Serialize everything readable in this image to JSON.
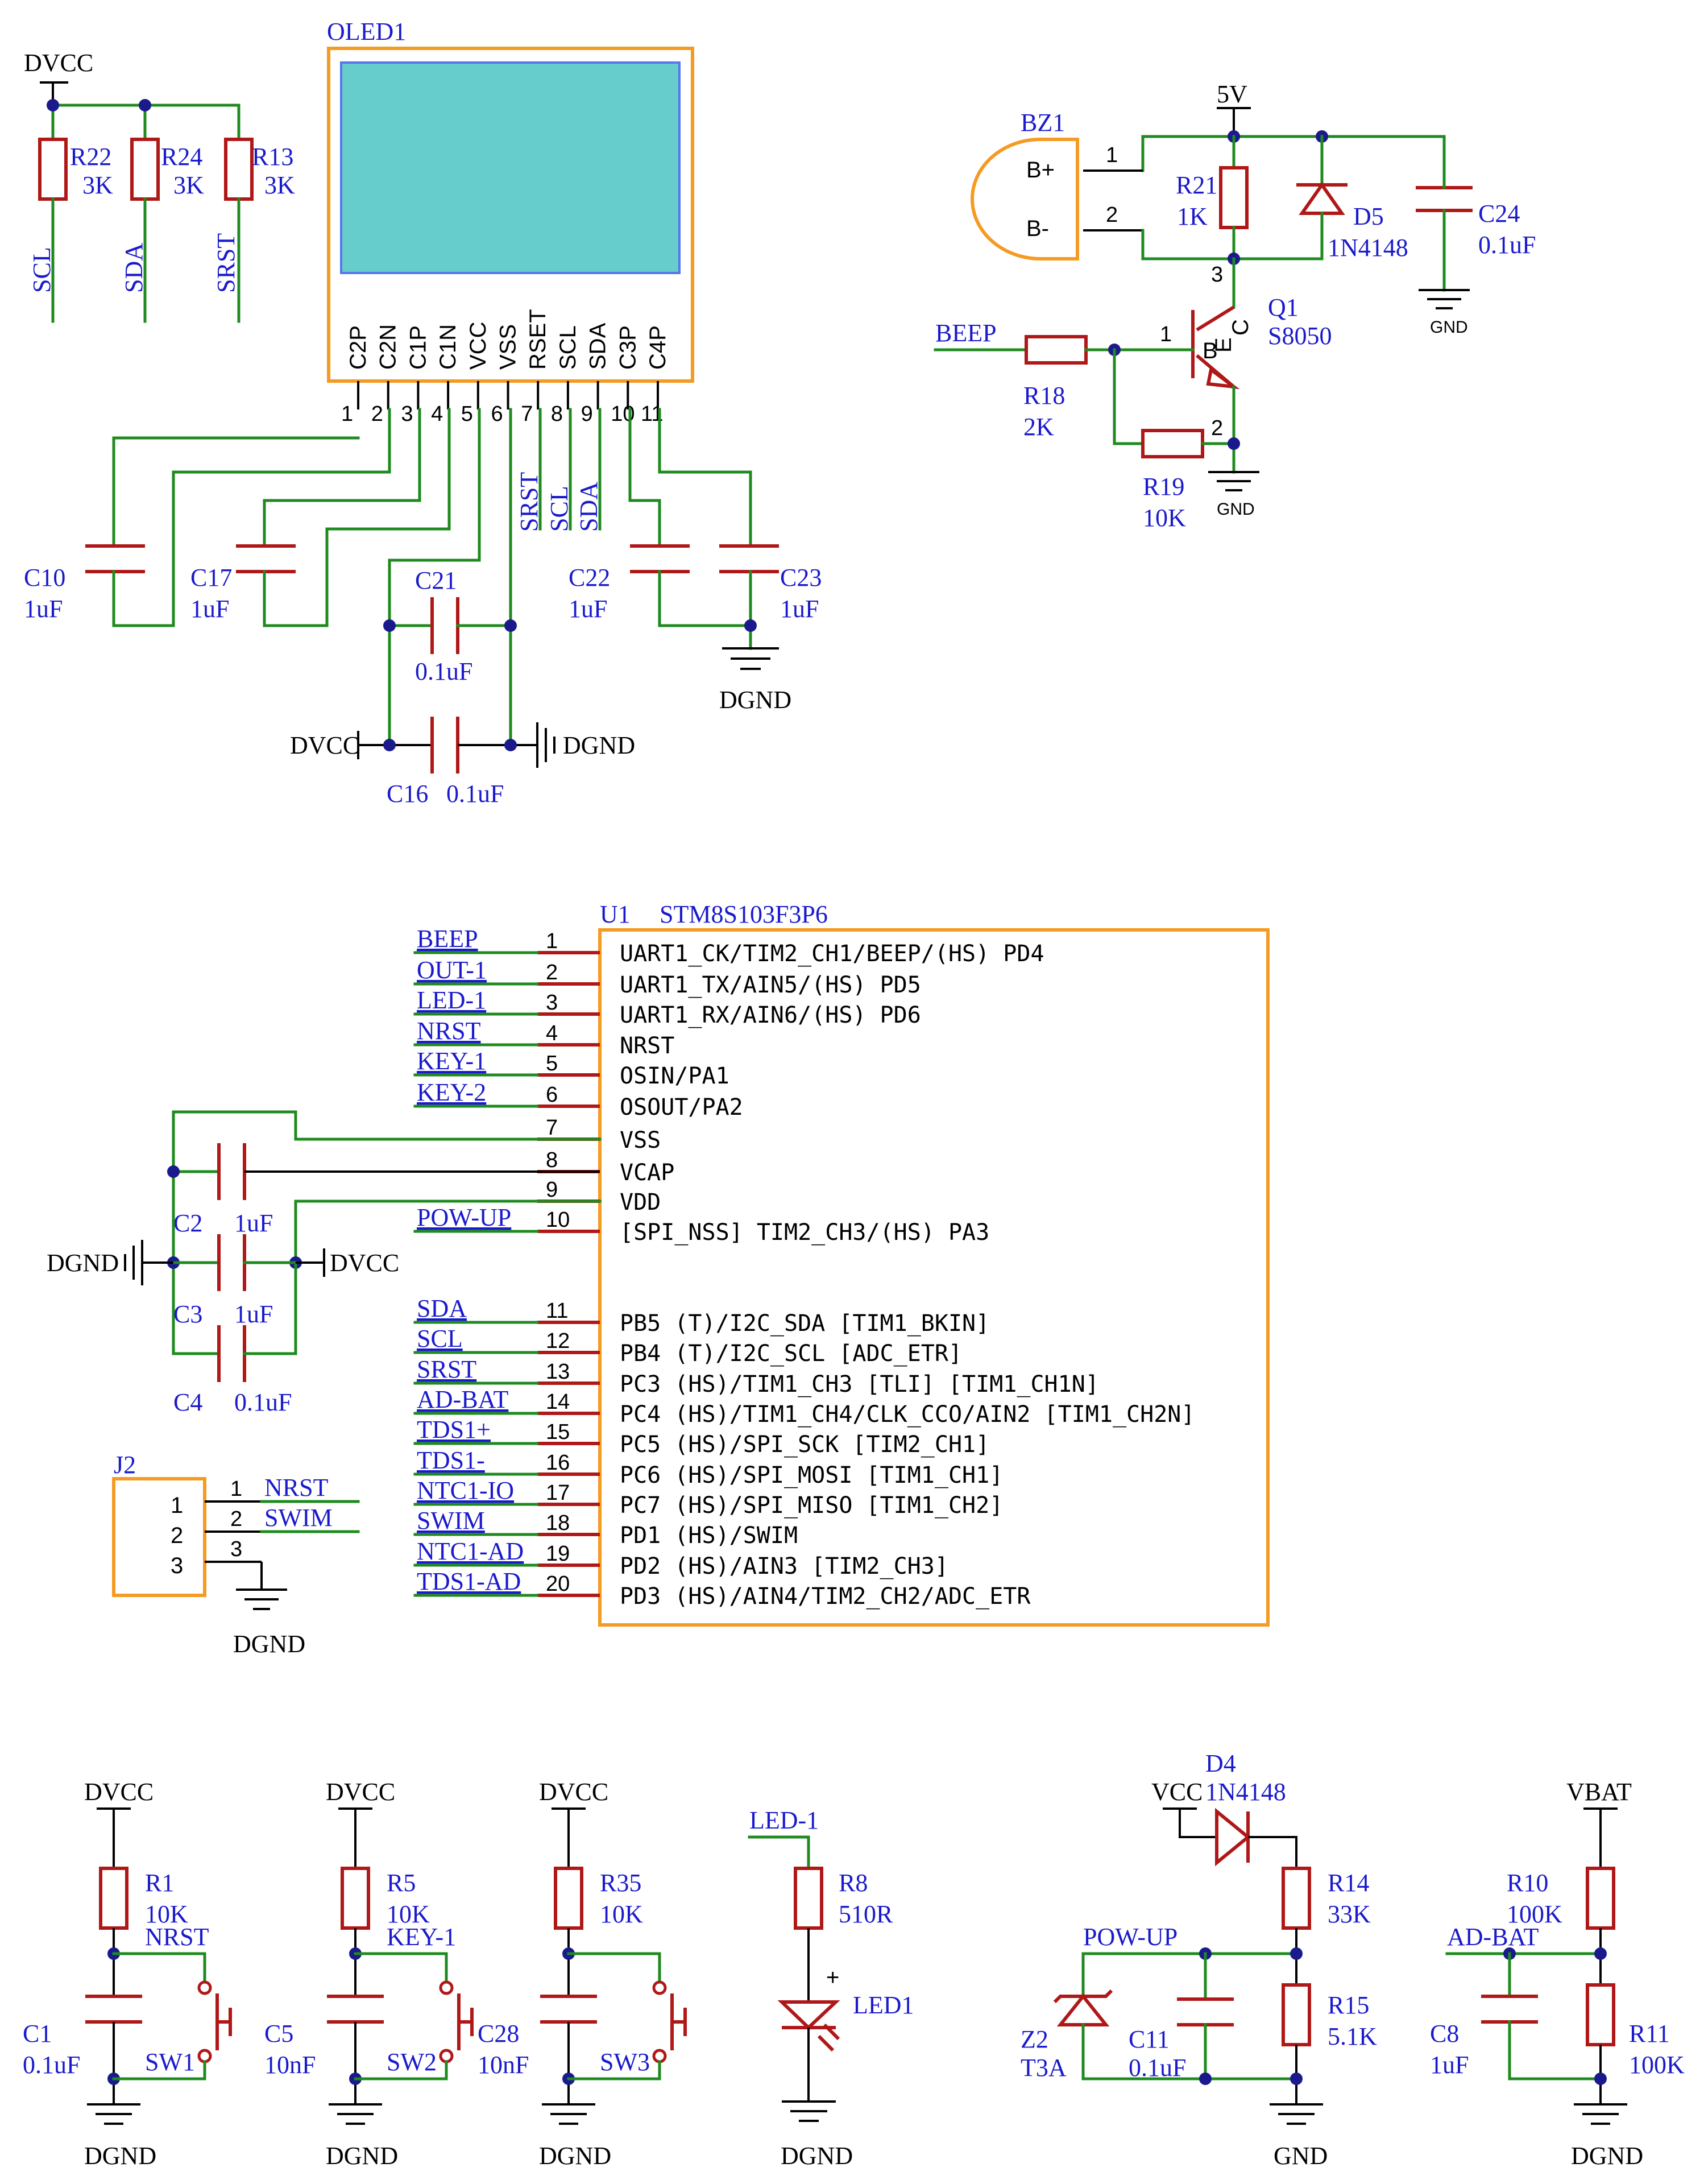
{
  "oled": {
    "ref": "OLED1",
    "pins": [
      "C2P",
      "C2N",
      "C1P",
      "C1N",
      "VCC",
      "VSS",
      "RSET",
      "SCL",
      "SDA",
      "C3P",
      "C4P"
    ],
    "pin_numbers": [
      "1",
      "2",
      "3",
      "4",
      "5",
      "6",
      "7",
      "8",
      "9",
      "10",
      "11"
    ],
    "nets": [
      "SRST",
      "SCL",
      "SDA"
    ],
    "power": {
      "dvcc": "DVCC",
      "dgnd": "DGND"
    }
  },
  "pullups": {
    "supply": "DVCC",
    "resistors": [
      {
        "ref": "R22",
        "value": "3K",
        "net": "SCL"
      },
      {
        "ref": "R24",
        "value": "3K",
        "net": "SDA"
      },
      {
        "ref": "R13",
        "value": "3K",
        "net": "SRST"
      }
    ]
  },
  "oled_caps": [
    {
      "ref": "C10",
      "value": "1uF"
    },
    {
      "ref": "C17",
      "value": "1uF"
    },
    {
      "ref": "C21",
      "value": "0.1uF"
    },
    {
      "ref": "C16",
      "value": "0.1uF"
    },
    {
      "ref": "C22",
      "value": "1uF"
    },
    {
      "ref": "C23",
      "value": "1uF"
    }
  ],
  "buzzer": {
    "supply": "5V",
    "bz_ref": "BZ1",
    "bz_pins": [
      "B+",
      "B-"
    ],
    "pin1": "1",
    "pin2": "2",
    "pin3": "3",
    "r21": {
      "ref": "R21",
      "value": "1K"
    },
    "d5": {
      "ref": "D5",
      "value": "1N4148"
    },
    "c24": {
      "ref": "C24",
      "value": "0.1uF"
    },
    "q1": {
      "ref": "Q1",
      "value": "S8050",
      "b": "B",
      "e": "E",
      "c": "C"
    },
    "r18": {
      "ref": "R18",
      "value": "2K"
    },
    "r19": {
      "ref": "R19",
      "value": "10K"
    },
    "net": "BEEP",
    "gnd": "GND"
  },
  "mcu": {
    "ref": "U1",
    "part": "STM8S103F3P6",
    "pins": [
      {
        "num": "1",
        "net": "BEEP",
        "name": "UART1_CK/TIM2_CH1/BEEP/(HS) PD4"
      },
      {
        "num": "2",
        "net": "OUT-1",
        "name": "UART1_TX/AIN5/(HS) PD5"
      },
      {
        "num": "3",
        "net": "LED-1",
        "name": "UART1_RX/AIN6/(HS) PD6"
      },
      {
        "num": "4",
        "net": "NRST",
        "name": "NRST"
      },
      {
        "num": "5",
        "net": "KEY-1",
        "name": "OSIN/PA1"
      },
      {
        "num": "6",
        "net": "KEY-2",
        "name": "OSOUT/PA2"
      },
      {
        "num": "7",
        "net": "",
        "name": "VSS"
      },
      {
        "num": "8",
        "net": "",
        "name": "VCAP"
      },
      {
        "num": "9",
        "net": "",
        "name": "VDD"
      },
      {
        "num": "10",
        "net": "POW-UP",
        "name": "[SPI_NSS] TIM2_CH3/(HS) PA3"
      },
      {
        "num": "11",
        "net": "SDA",
        "name": "PB5 (T)/I2C_SDA [TIM1_BKIN]"
      },
      {
        "num": "12",
        "net": "SCL",
        "name": "PB4 (T)/I2C_SCL [ADC_ETR]"
      },
      {
        "num": "13",
        "net": "SRST",
        "name": "PC3 (HS)/TIM1_CH3 [TLI] [TIM1_CH1N]"
      },
      {
        "num": "14",
        "net": "AD-BAT",
        "name": "PC4 (HS)/TIM1_CH4/CLK_CCO/AIN2 [TIM1_CH2N]"
      },
      {
        "num": "15",
        "net": "TDS1+",
        "name": "PC5 (HS)/SPI_SCK [TIM2_CH1]"
      },
      {
        "num": "16",
        "net": "TDS1-",
        "name": "PC6 (HS)/SPI_MOSI [TIM1_CH1]"
      },
      {
        "num": "17",
        "net": "NTC1-IO",
        "name": "PC7 (HS)/SPI_MISO [TIM1_CH2]"
      },
      {
        "num": "18",
        "net": "SWIM",
        "name": "PD1 (HS)/SWIM"
      },
      {
        "num": "19",
        "net": "NTC1-AD",
        "name": "PD2 (HS)/AIN3 [TIM2_CH3]"
      },
      {
        "num": "20",
        "net": "TDS1-AD",
        "name": "PD3 (HS)/AIN4/TIM2_CH2/ADC_ETR"
      }
    ],
    "decoupling": [
      {
        "ref": "C2",
        "value": "1uF"
      },
      {
        "ref": "C3",
        "value": "1uF"
      },
      {
        "ref": "C4",
        "value": "0.1uF"
      }
    ],
    "dgnd": "DGND",
    "dvcc": "DVCC"
  },
  "j2": {
    "ref": "J2",
    "pins": [
      "1",
      "2",
      "3"
    ],
    "pin_nums": [
      "1",
      "2",
      "3"
    ],
    "nets": [
      "NRST",
      "SWIM"
    ],
    "gnd": "DGND"
  },
  "keys": [
    {
      "supply": "DVCC",
      "r_ref": "R1",
      "r_val": "10K",
      "net": "NRST",
      "c_ref": "C1",
      "c_val": "0.1uF",
      "sw": "SW1",
      "gnd": "DGND"
    },
    {
      "supply": "DVCC",
      "r_ref": "R5",
      "r_val": "10K",
      "net": "KEY-1",
      "c_ref": "C5",
      "c_val": "10nF",
      "sw": "SW2",
      "gnd": "DGND"
    },
    {
      "supply": "DVCC",
      "r_ref": "R35",
      "r_val": "10K",
      "net": "",
      "c_ref": "C28",
      "c_val": "10nF",
      "sw": "SW3",
      "gnd": "DGND"
    }
  ],
  "led": {
    "net": "LED-1",
    "r_ref": "R8",
    "r_val": "510R",
    "led_ref": "LED1",
    "plus": "+",
    "gnd": "DGND"
  },
  "powerup": {
    "d4_ref": "D4",
    "d4_val": "1N4148",
    "vcc": "VCC",
    "r14": {
      "ref": "R14",
      "value": "33K"
    },
    "r15": {
      "ref": "R15",
      "value": "5.1K"
    },
    "c11": {
      "ref": "C11",
      "value": "0.1uF"
    },
    "z2": {
      "ref": "Z2",
      "value": "T3A"
    },
    "net": "POW-UP",
    "gnd": "GND"
  },
  "battery": {
    "vbat": "VBAT",
    "r10": {
      "ref": "R10",
      "value": "100K"
    },
    "r11": {
      "ref": "R11",
      "value": "100K"
    },
    "c8": {
      "ref": "C8",
      "value": "1uF"
    },
    "net": "AD-BAT",
    "gnd": "DGND"
  },
  "colors": {
    "wire": "#1f8a1f",
    "component": "#b01818",
    "box": "#f59a23",
    "label": "#1a1acc",
    "lcd": "#66cccc"
  }
}
